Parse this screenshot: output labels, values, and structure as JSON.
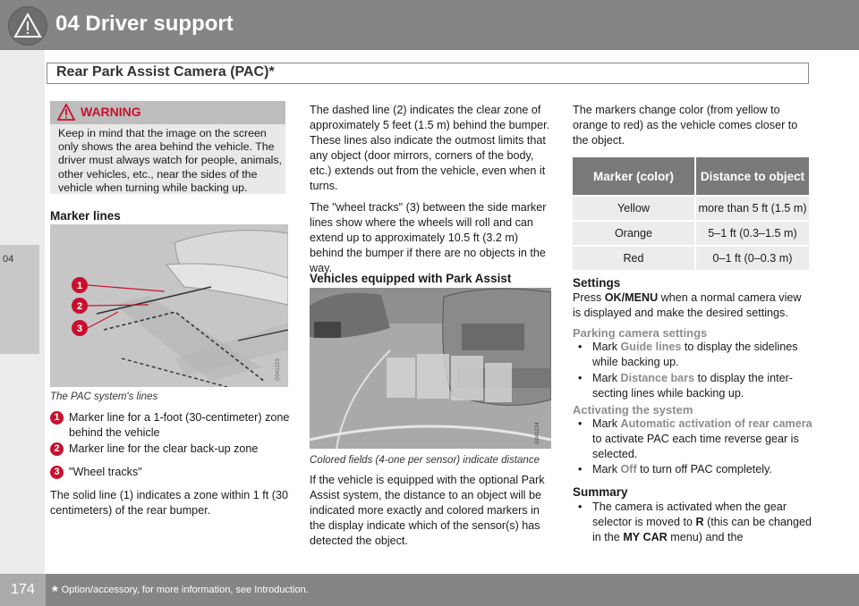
{
  "header": {
    "chapter": "04  Driver support"
  },
  "side_tab": "04",
  "section_title": "Rear Park Assist Camera (PAC)*",
  "warning": {
    "title": "WARNING",
    "body": "Keep in mind that the image on the screen only shows the area behind the vehicle. The driver must always watch for people, animals, other vehicles, etc., near the sides of the vehicle when turning while backing up."
  },
  "marker_lines": {
    "heading": "Marker lines",
    "figure_code": "G041223",
    "caption": "The PAC system's lines",
    "callouts": [
      "1",
      "2",
      "3"
    ],
    "items": [
      {
        "num": "1",
        "text": "Marker line for a 1-foot (30-centimeter) zone behind the vehicle"
      },
      {
        "num": "2",
        "text": "Marker line for the clear back-up zone"
      },
      {
        "num": "3",
        "text": "\"Wheel tracks\""
      }
    ],
    "closing": "The solid line (1) indicates a zone within 1 ft (30 centimeters) of the rear bumper."
  },
  "middle": {
    "p1": "The dashed line (2) indicates the clear zone of approximately 5 feet (1.5 m) behind the bumper. These lines also indicate the outmost limits that any object (door mirrors, corners of the body, etc.) extends out from the vehicle, even when it turns.",
    "p2": "The \"wheel tracks\" (3) between the side marker lines show where the wheels will roll and can extend up to approximately 10.5 ft (3.2 m) behind the bumper if there are no objects in the way.",
    "heading": "Vehicles equipped with Park Assist",
    "figure_code": "G041224",
    "caption": "Colored fields (4-one per sensor) indicate distance",
    "p3": "If the vehicle is equipped with the optional Park Assist system, the distance to an object will be indicated more exactly and colored markers in the display indicate which of the sensor(s) has detected the object."
  },
  "right": {
    "intro": "The markers change color (from yellow to orange to red) as the vehicle comes closer to the object.",
    "table": {
      "headers": [
        "Marker (color)",
        "Distance to object"
      ],
      "rows": [
        [
          "Yellow",
          "more than 5 ft (1.5 m)"
        ],
        [
          "Orange",
          "5–1 ft (0.3–1.5 m)"
        ],
        [
          "Red",
          "0–1 ft (0–0.3 m)"
        ]
      ]
    },
    "settings_heading": "Settings",
    "settings_pre": "Press ",
    "settings_key": "OK/MENU",
    "settings_post": " when a normal camera view is displayed and make the desired settings.",
    "pcs_heading": "Parking camera settings",
    "b1_pre": "Mark ",
    "b1_key": "Guide lines",
    "b1_post": " to display the sidelines while backing up.",
    "b2_pre": "Mark ",
    "b2_key": "Distance bars",
    "b2_post": " to display the inter-secting lines while backing up.",
    "act_heading": "Activating the system",
    "b3_pre": "Mark ",
    "b3_key": "Automatic activation of rear camera",
    "b3_post": " to activate PAC each time reverse gear is selected.",
    "b4_pre": "Mark ",
    "b4_key": "Off",
    "b4_post": " to turn off PAC completely.",
    "summary_heading": "Summary",
    "b5_pre": "The camera is activated when the gear selector is moved to ",
    "b5_key": "R",
    "b5_mid": " (this can be changed in the ",
    "b5_key2": "MY CAR",
    "b5_post": " menu) and the"
  },
  "footer": {
    "page": "174",
    "star": "*",
    "note": "Option/accessory, for more information, see Introduction."
  }
}
